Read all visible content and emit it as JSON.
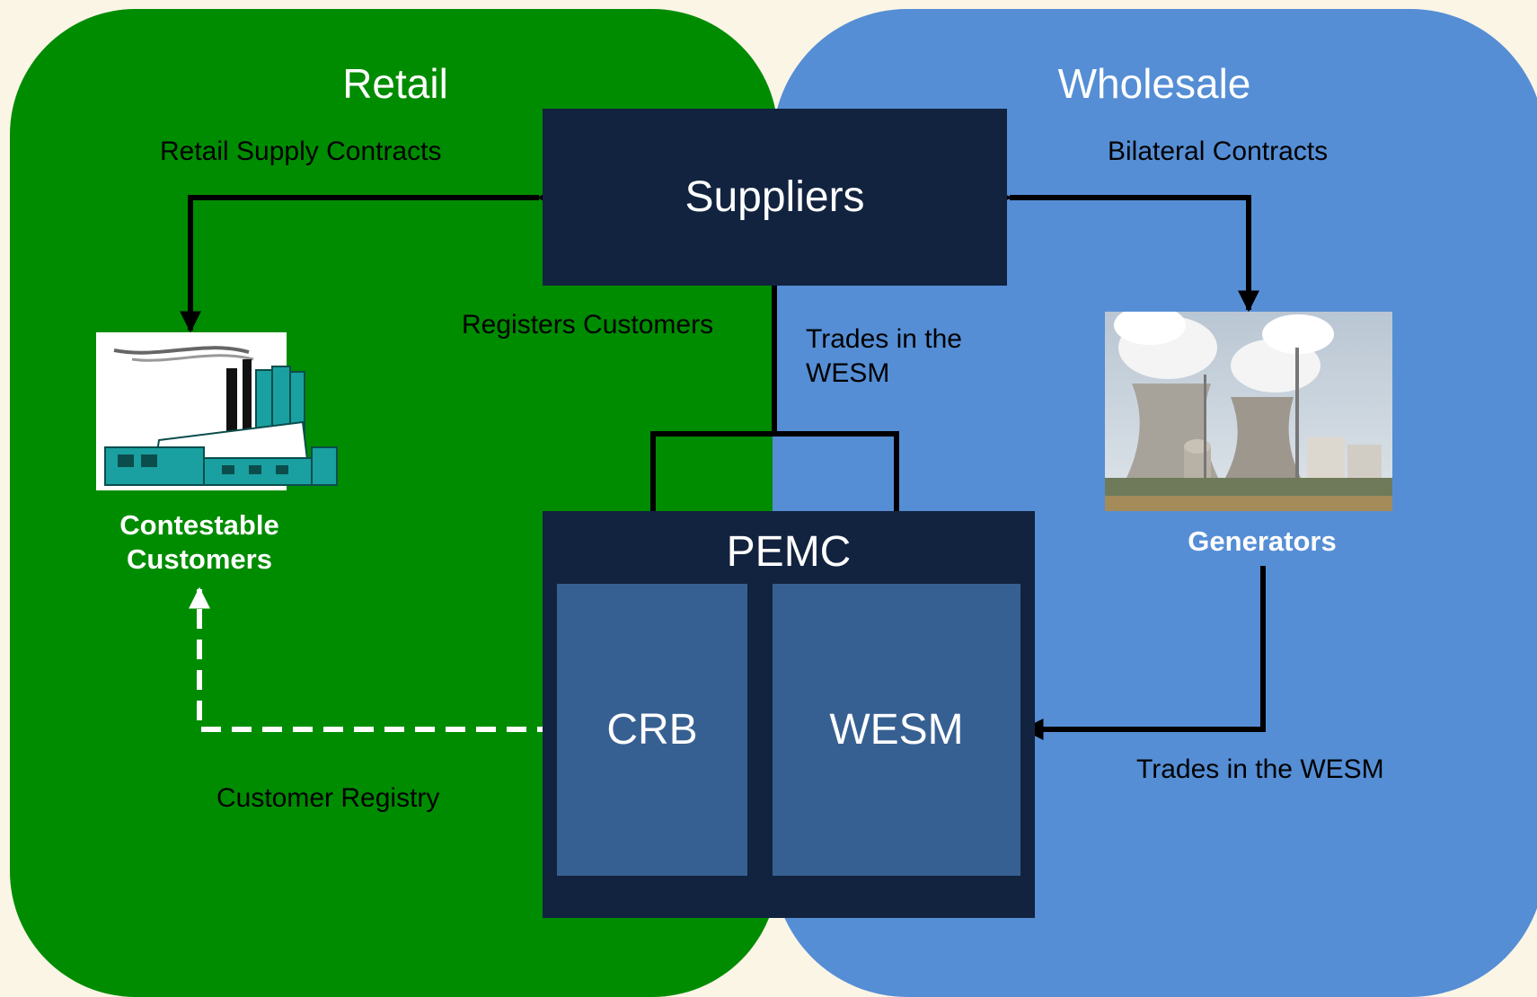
{
  "regions": {
    "retail": {
      "title": "Retail",
      "color": "#008c00"
    },
    "wholesale": {
      "title": "Wholesale",
      "color": "#558ed5"
    }
  },
  "boxes": {
    "suppliers": "Suppliers",
    "pemc": "PEMC",
    "crb": "CRB",
    "wesm": "WESM"
  },
  "labels": {
    "retail_supply_contracts": "Retail Supply Contracts",
    "bilateral_contracts": "Bilateral Contracts",
    "registers_customers": "Registers Customers",
    "trades_in_wesm_supplier_line1": "Trades in the",
    "trades_in_wesm_supplier_line2": "WESM",
    "trades_in_wesm_generator": "Trades in the WESM",
    "customer_registry": "Customer Registry"
  },
  "entities": {
    "customers_line1": "Contestable",
    "customers_line2": "Customers",
    "generators": "Generators"
  },
  "icons": {
    "customers": "factory-icon",
    "generators": "power-plant-icon"
  },
  "colors": {
    "dark_box": "#12233f",
    "inner_box": "#376092",
    "background": "#fbf5e6"
  }
}
